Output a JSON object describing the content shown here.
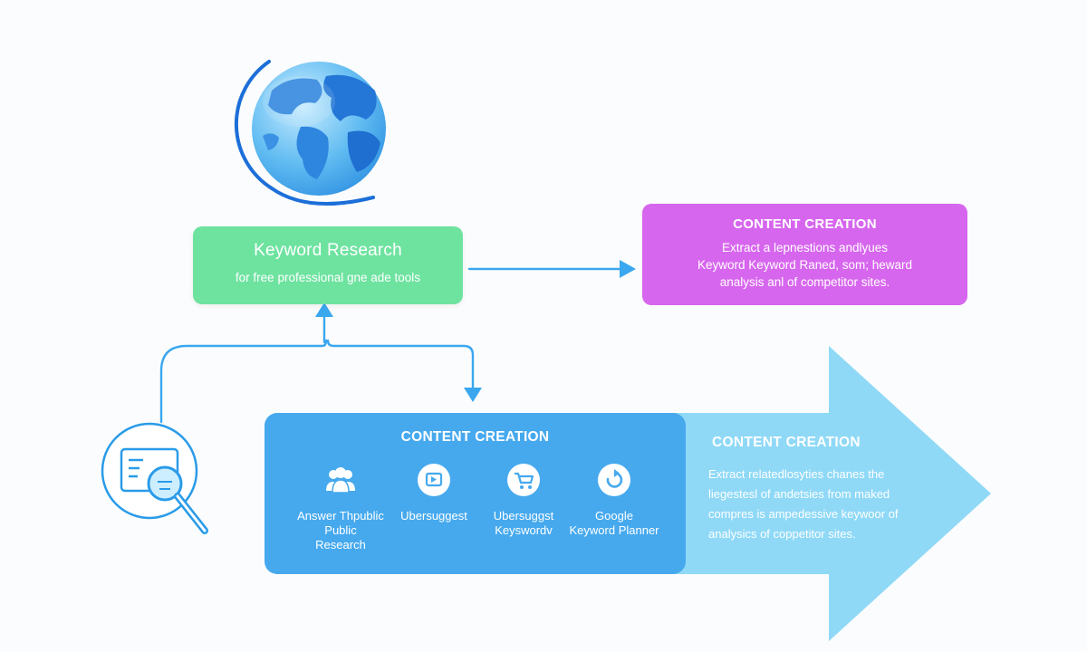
{
  "keyword_box": {
    "title": "Keyword Research",
    "subtitle": "for free professional gne ade tools"
  },
  "content_box_top": {
    "title": "CONTENT CREATION",
    "lines": [
      "Extract a lepnestions andlyues",
      "Keyword Keyword Raned, som; heward",
      "analysis anl of competitor sites."
    ]
  },
  "tools_box": {
    "title": "CONTENT CREATION",
    "tools": [
      {
        "icon": "people-icon",
        "lines": [
          "Answer Thpublic",
          "Public",
          "Research"
        ]
      },
      {
        "icon": "screen-icon",
        "lines": [
          "Ubersuggest"
        ]
      },
      {
        "icon": "cart-icon",
        "lines": [
          "Ubersuggst",
          "Keyswordv"
        ]
      },
      {
        "icon": "refresh-icon",
        "lines": [
          "Google",
          "Keyword Planner"
        ]
      }
    ]
  },
  "big_arrow": {
    "title": "CONTENT CREATION",
    "lines": [
      "Extract relatedlosyties chanes the",
      "liegestesl of andetsies from maked",
      "compres is ampedessive keywoor of",
      "analysics of coppetitor sites."
    ]
  },
  "colors": {
    "green": "#6ee3a0",
    "purple": "#d766ee",
    "blue": "#46a9ee",
    "light_blue": "#8fd9f7",
    "connector": "#3aa7ef"
  }
}
